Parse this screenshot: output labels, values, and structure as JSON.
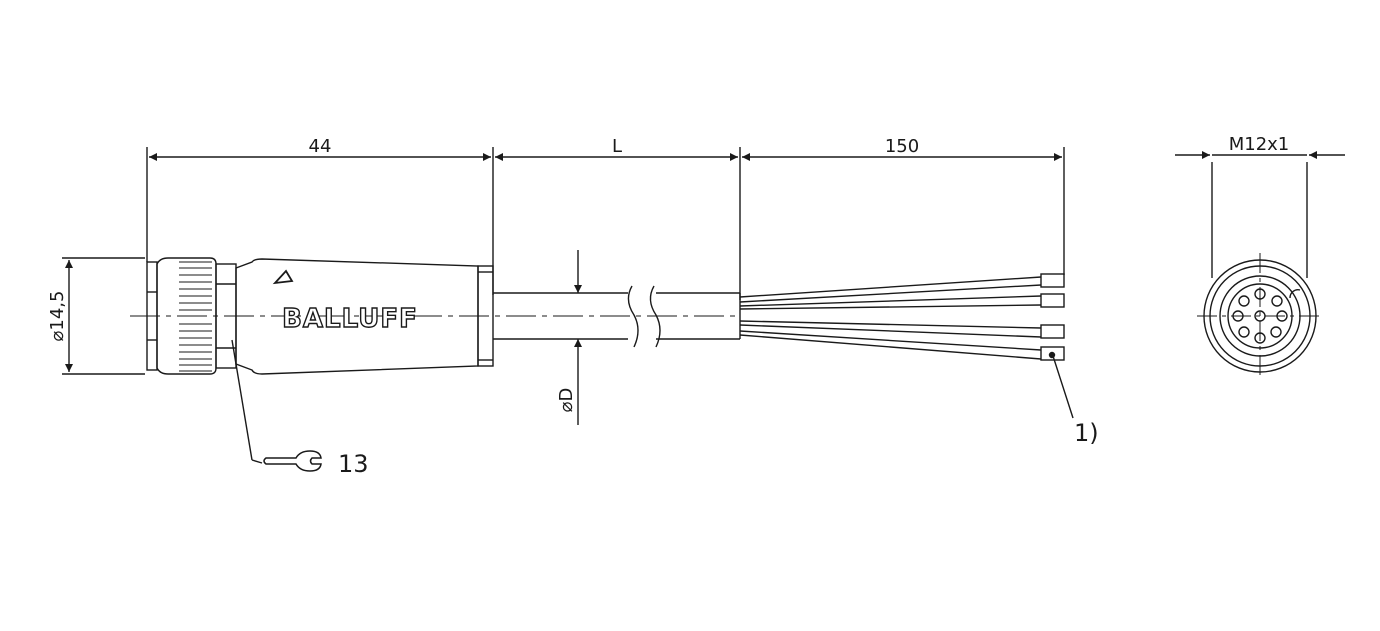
{
  "dimensions": {
    "connector_length": "44",
    "cable_length": "L",
    "wire_length": "150",
    "thread": "M12x1",
    "outer_diameter": "⌀14,5",
    "cable_diameter": "⌀D"
  },
  "labels": {
    "brand": "BALLUFF",
    "wrench_size": "13",
    "footnote_ref": "1)"
  },
  "icons": {
    "wrench": "wrench-icon",
    "coding_arrow": "triangle-marker-icon"
  },
  "colors": {
    "line": "#1a1a1a",
    "background": "#ffffff"
  }
}
